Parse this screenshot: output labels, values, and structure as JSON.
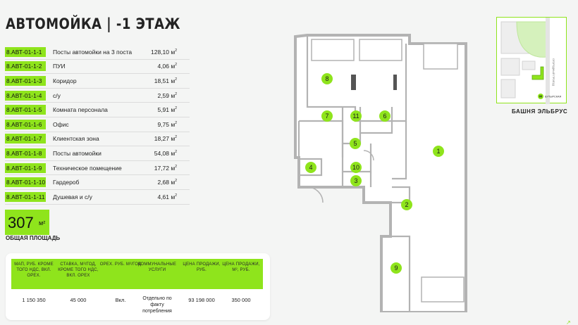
{
  "header": {
    "title": "АВТОМОЙКА | -1 ЭТАЖ"
  },
  "rooms": [
    {
      "code": "8.АВТ-01-1-1",
      "name": "Посты автомойки на 3 поста",
      "area": "128,10 м",
      "unit_sup": "2"
    },
    {
      "code": "8.АВТ-01-1-2",
      "name": "ПУИ",
      "area": "4,06 м",
      "unit_sup": "2"
    },
    {
      "code": "8.АВТ-01-1-3",
      "name": "Коридор",
      "area": "18,51 м",
      "unit_sup": "2"
    },
    {
      "code": "8.АВТ-01-1-4",
      "name": "с/у",
      "area": "2,59 м",
      "unit_sup": "2"
    },
    {
      "code": "8.АВТ-01-1-5",
      "name": "Комната персонала",
      "area": "5,91 м",
      "unit_sup": "2"
    },
    {
      "code": "8.АВТ-01-1-6",
      "name": "Офис",
      "area": "9,75 м",
      "unit_sup": "2"
    },
    {
      "code": "8.АВТ-01-1-7",
      "name": "Клиентская зона",
      "area": "18,27 м",
      "unit_sup": "2"
    },
    {
      "code": "8.АВТ-01-1-8",
      "name": "Посты автомойки",
      "area": "54,08 м",
      "unit_sup": "2"
    },
    {
      "code": "8.АВТ-01-1-9",
      "name": "Техническое помещение",
      "area": "17,72 м",
      "unit_sup": "2"
    },
    {
      "code": "8.АВТ-01-1-10",
      "name": "Гардероб",
      "area": "2,68 м",
      "unit_sup": "2"
    },
    {
      "code": "8.АВТ-01-1-11",
      "name": "Душевая и с/у",
      "area": "4,61 м",
      "unit_sup": "2"
    }
  ],
  "total": {
    "value": "307",
    "unit": "м²",
    "label": "ОБЩАЯ ПЛОЩАДЬ"
  },
  "pricing": {
    "headers": [
      "МАП, РУБ. КРОМЕ ТОГО НДС, ВКЛ. ОРЕХ.",
      "СТАВКА, М²/ГОД, КРОМЕ ТОГО НДС, ВКЛ. ОРЕХ",
      "ОРЕХ. РУБ. М²/ГОД",
      "КОММУНАЛЬНЫЕ УСЛУГИ",
      "ЦЕНА ПРОДАЖИ, РУБ.",
      "ЦЕНА ПРОДАЖИ, М², РУБ."
    ],
    "values": [
      "1 150 350",
      "45 000",
      "Вкл.",
      "Отдельно по факту потребления",
      "93 198 000",
      "350 000"
    ]
  },
  "plan": {
    "room_numbers": [
      "1",
      "2",
      "3",
      "4",
      "5",
      "6",
      "7",
      "8",
      "9",
      "10",
      "11"
    ],
    "marker_color": "#8fe41c",
    "wall_color": "#b8b8b8"
  },
  "location": {
    "caption": "БАШНЯ ЭЛЬБРУС",
    "metro_label": "БУТЫРСКАЯ",
    "metro_icon": "metro-m-icon",
    "street_label": "ОГОРОДНЫЙ ПРОЕЗД"
  },
  "colors": {
    "accent": "#8fe41c",
    "text": "#222222",
    "background": "#f4f5f4"
  }
}
